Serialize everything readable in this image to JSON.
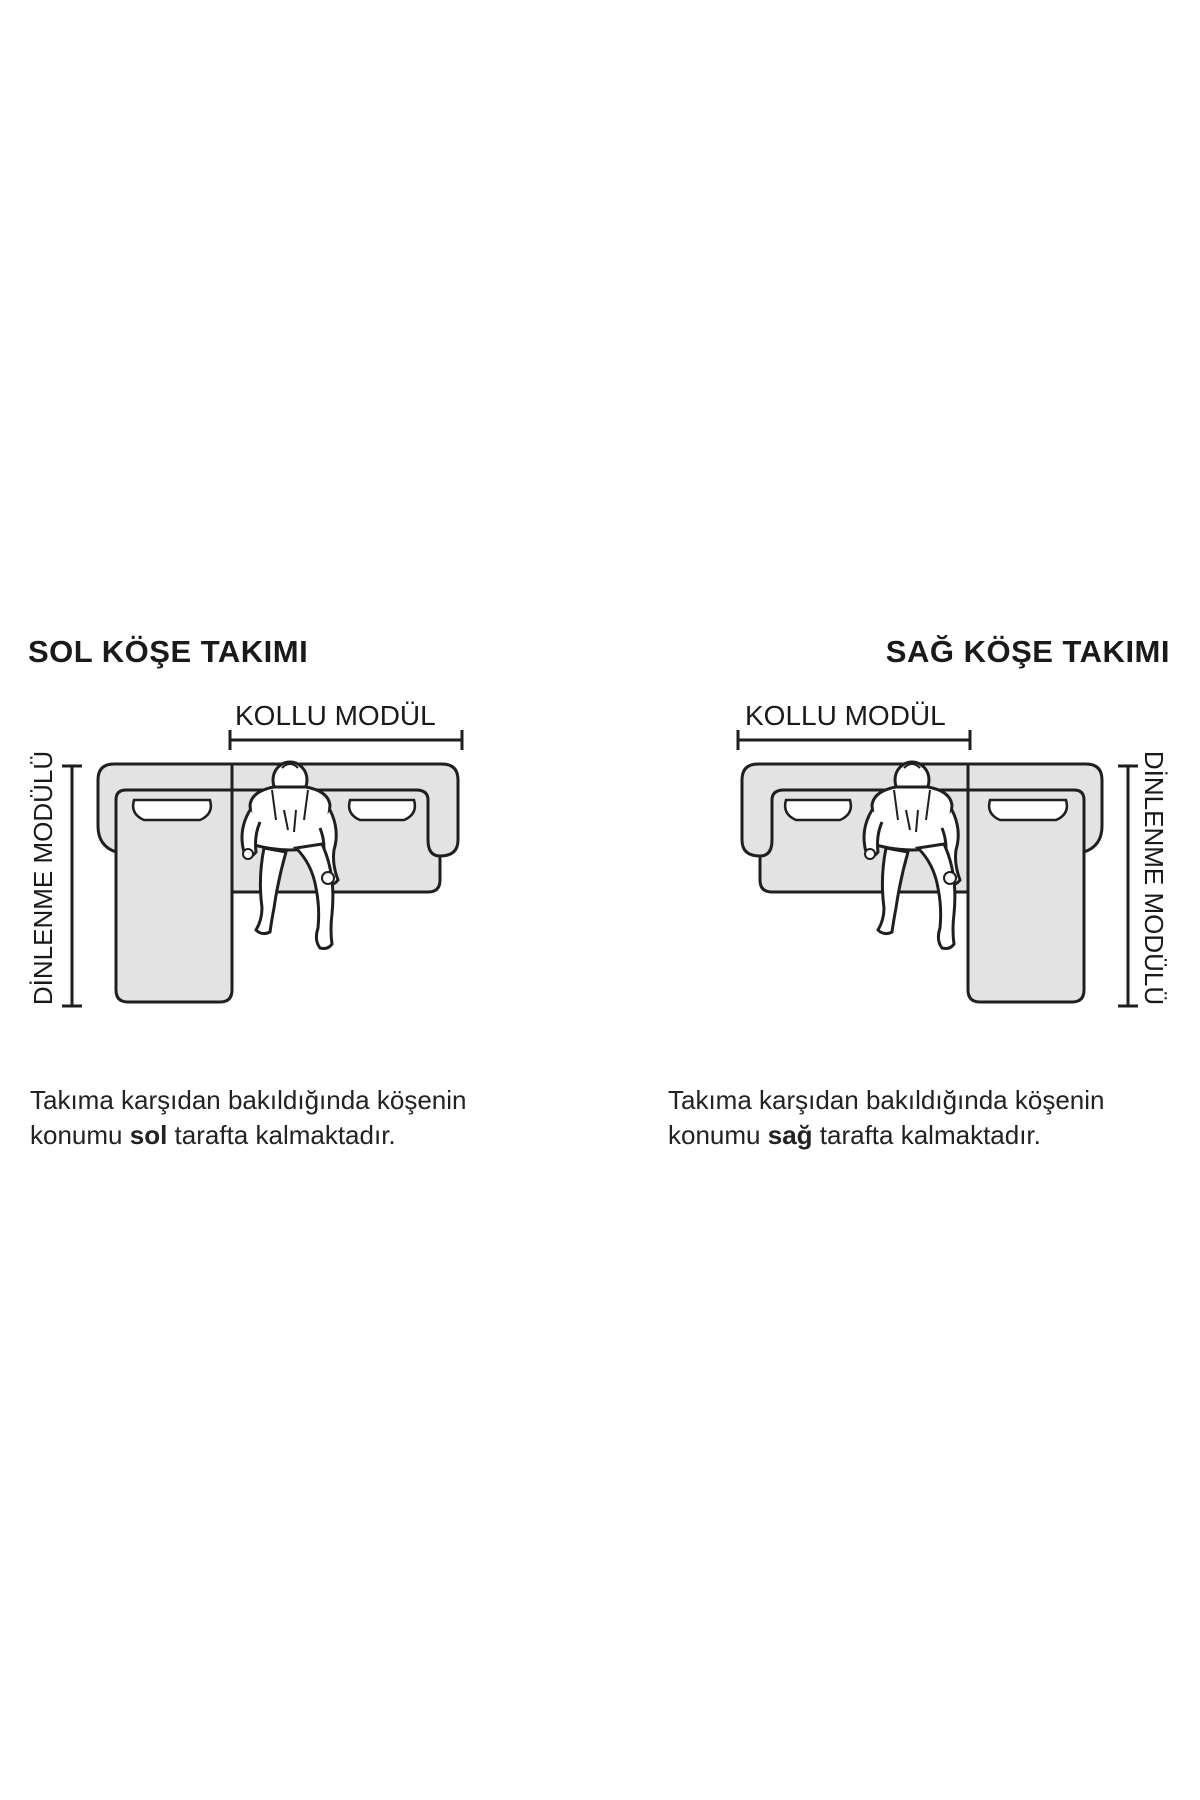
{
  "left": {
    "title": "SOL KÖŞE TAKIMI",
    "kollu_label": "KOLLU MODÜL",
    "dinlenme_label": "DİNLENME MODÜLÜ",
    "caption_line1": "Takıma karşıdan bakıldığında köşenin",
    "caption_prefix": "konumu",
    "caption_bold": "sol",
    "caption_suffix": "tarafta kalmaktadır."
  },
  "right": {
    "title": "SAĞ KÖŞE TAKIMI",
    "kollu_label": "KOLLU MODÜL",
    "dinlenme_label": "DİNLENME MODÜLÜ",
    "caption_line1": "Takıma karşıdan bakıldığında köşenin",
    "caption_prefix": "konumu",
    "caption_bold": "sağ",
    "caption_suffix": "tarafta kalmaktadır."
  },
  "colors": {
    "sofa_fill": "#e3e3e3",
    "outline": "#1f1f1f",
    "background": "#ffffff"
  },
  "icons": [
    "sofa-topview-icon",
    "seated-person-icon",
    "dimension-line-icon"
  ]
}
